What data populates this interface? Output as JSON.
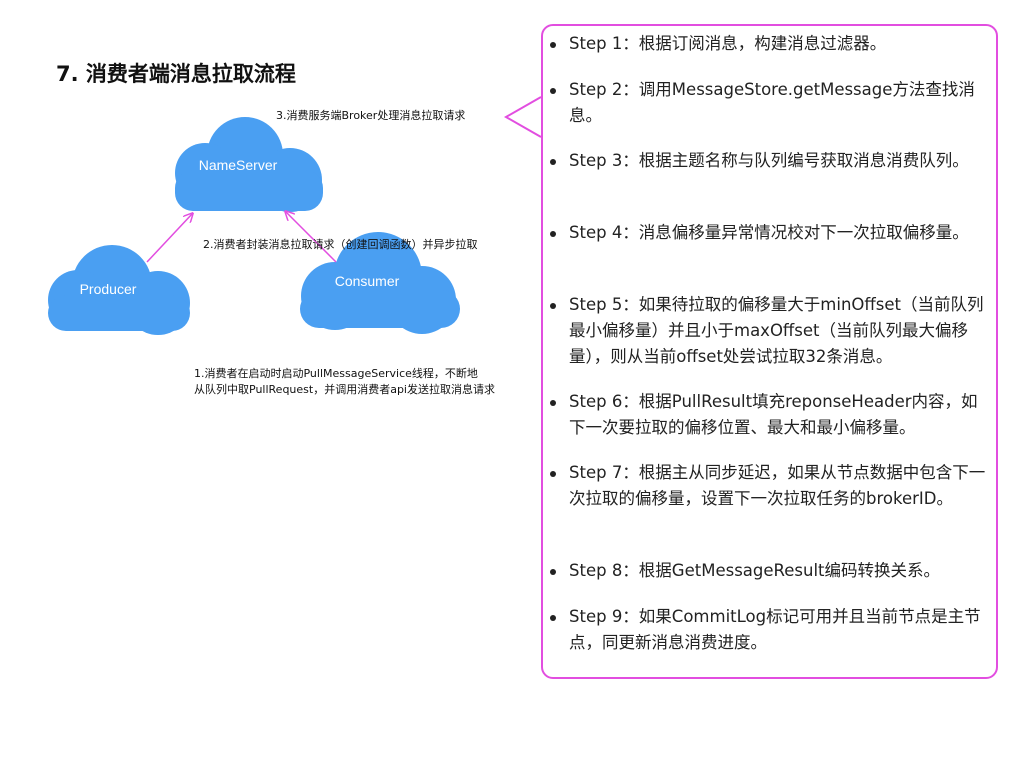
{
  "title": "7. 消费者端消息拉取流程",
  "nodes": {
    "nameserver": "NameServer",
    "producer": "Producer",
    "consumer": "Consumer"
  },
  "annotations": {
    "a3": "3.消费服务端Broker处理消息拉取请求",
    "a2": "2.消费者封装消息拉取请求（创建回调函数）并异步拉取",
    "a1_line1": "1.消费者在启动时启动PullMessageService线程，不断地",
    "a1_line2": "从队列中取PullRequest，并调用消费者api发送拉取消息请求"
  },
  "steps": [
    "Step 1：根据订阅消息，构建消息过滤器。",
    "Step 2：调用MessageStore.getMessage方法查找消息。",
    "Step 3：根据主题名称与队列编号获取消息消费队列。",
    "Step 4：消息偏移量异常情况校对下一次拉取偏移量。",
    "Step 5：如果待拉取的偏移量大于minOffset（当前队列最小偏移量）并且小于maxOffset（当前队列最大偏移量），则从当前offset处尝试拉取32条消息。",
    "Step 6：根据PullResult填充reponseHeader内容，如下一次要拉取的偏移位置、最大和最小偏移量。",
    "Step 7：根据主从同步延迟，如果从节点数据中包含下一次拉取的偏移量，设置下一次拉取任务的brokerID。",
    "Step 8：根据GetMessageResult编码转换关系。",
    "Step 9：如果CommitLog标记可用并且当前节点是主节点，同更新消息消费进度。"
  ],
  "colors": {
    "cloud": "#4a9ff2",
    "arrow": "#e24ee0",
    "box_border": "#e24ee0"
  }
}
